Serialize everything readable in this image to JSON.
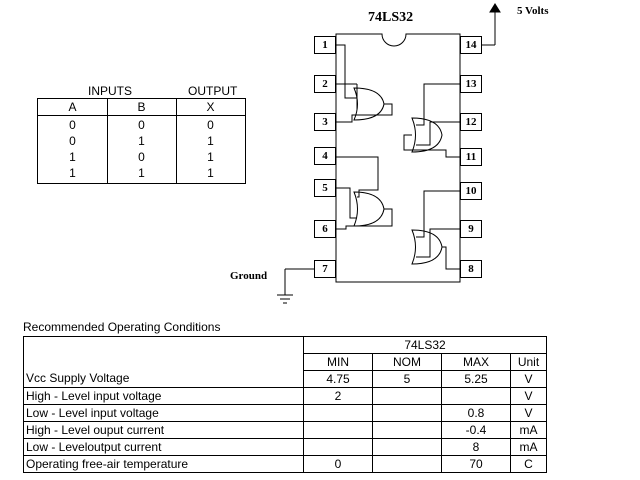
{
  "chip": {
    "title": "74LS32",
    "vcc_label": "5 Volts",
    "ground_label": "Ground",
    "pins_left": [
      "1",
      "2",
      "3",
      "4",
      "5",
      "6",
      "7"
    ],
    "pins_right": [
      "14",
      "13",
      "12",
      "11",
      "10",
      "9",
      "8"
    ]
  },
  "truth_table": {
    "inputs_label": "INPUTS",
    "output_label": "OUTPUT",
    "columns": [
      "A",
      "B",
      "X"
    ],
    "rows": [
      [
        "0",
        "0",
        "0"
      ],
      [
        "0",
        "1",
        "1"
      ],
      [
        "1",
        "0",
        "1"
      ],
      [
        "1",
        "1",
        "1"
      ]
    ]
  },
  "conditions": {
    "title": "Recommended Operating Conditions",
    "part": "74LS32",
    "columns": [
      "MIN",
      "NOM",
      "MAX",
      "Unit"
    ],
    "rows": [
      {
        "param": "Vcc Supply Voltage",
        "min": "4.75",
        "nom": "5",
        "max": "5.25",
        "unit": "V"
      },
      {
        "param": "High - Level input voltage",
        "min": "2",
        "nom": "",
        "max": "",
        "unit": "V"
      },
      {
        "param": "Low - Level input voltage",
        "min": "",
        "nom": "",
        "max": "0.8",
        "unit": "V"
      },
      {
        "param": "High - Level ouput current",
        "min": "",
        "nom": "",
        "max": "-0.4",
        "unit": "mA"
      },
      {
        "param": "Low - Leveloutput current",
        "min": "",
        "nom": "",
        "max": "8",
        "unit": "mA"
      },
      {
        "param": "Operating free-air temperature",
        "min": "0",
        "nom": "",
        "max": "70",
        "unit": "C"
      }
    ]
  }
}
